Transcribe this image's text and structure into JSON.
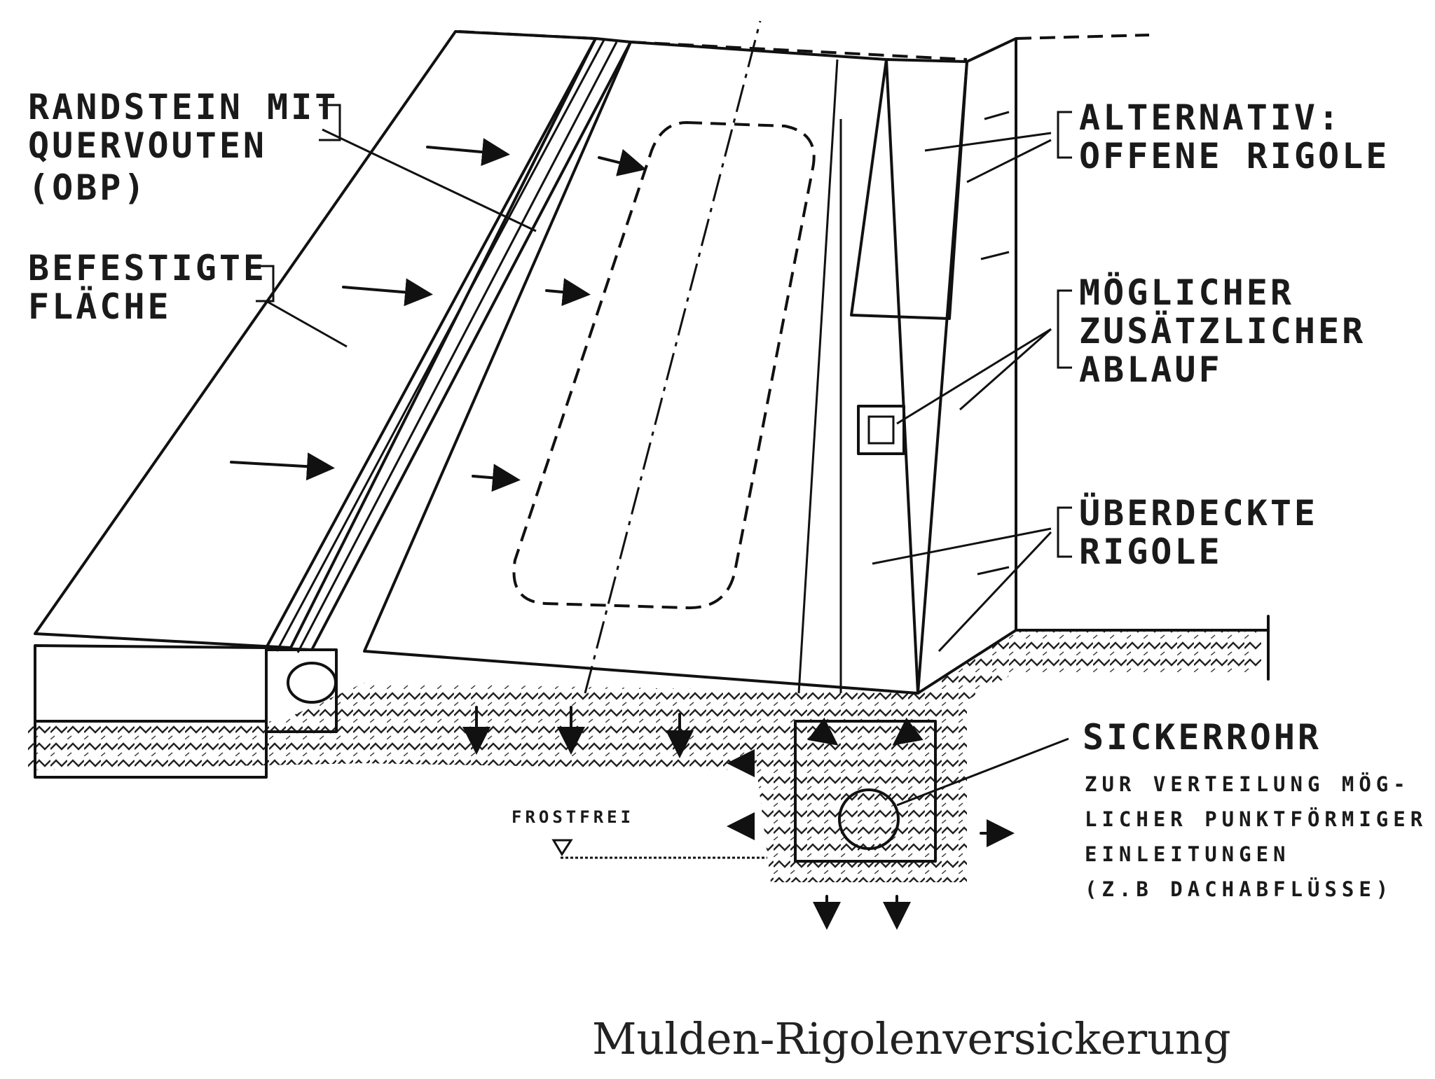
{
  "diagram": {
    "labels": {
      "randstein": [
        "RANDSTEIN MIT",
        "QUERVOUTEN",
        "(OBP)"
      ],
      "befestigte": [
        "BEFESTIGTE",
        "FLÄCHE"
      ],
      "alternativ": [
        "ALTERNATIV:",
        "OFFENE RIGOLE"
      ],
      "ablauf": [
        "MÖGLICHER",
        "ZUSÄTZLICHER",
        "ABLAUF"
      ],
      "ueberdeckte": [
        "ÜBERDECKTE",
        "RIGOLE"
      ],
      "sickerrohr_title": "SICKERROHR",
      "sickerrohr_desc": [
        "ZUR VERTEILUNG MÖG-",
        "LICHER PUNKTFÖRMIGER",
        "EINLEITUNGEN",
        "(Z.B DACHABFLÜSSE)"
      ],
      "frostfrei": "FROSTFREI"
    },
    "caption": "Mulden-Rigolenversickerung"
  }
}
